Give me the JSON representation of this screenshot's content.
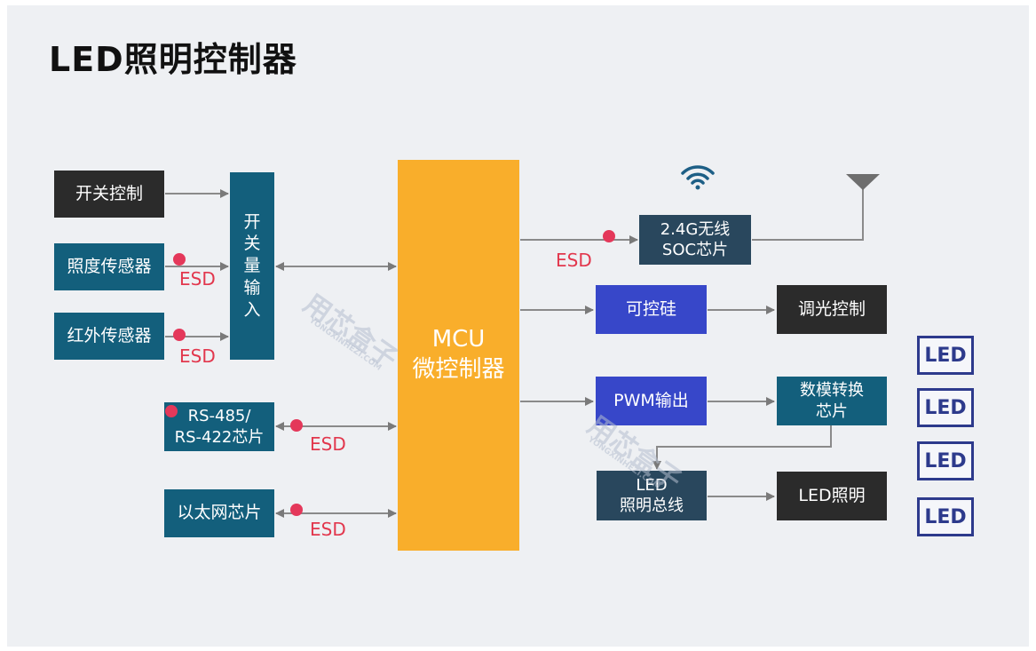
{
  "title": "LED照明控制器",
  "blocks": {
    "switch_control": "开关控制",
    "light_sensor": "照度传感器",
    "ir_sensor": "红外传感器",
    "switch_input": [
      "开",
      "关",
      "量",
      "输",
      "入"
    ],
    "rs485": [
      "RS-485/",
      "RS-422芯片"
    ],
    "ethernet": "以太网芯片",
    "mcu": [
      "MCU",
      "微控制器"
    ],
    "wireless_soc": [
      "2.4G无线",
      "SOC芯片"
    ],
    "scr": "可控硅",
    "dimming": "调光控制",
    "pwm": "PWM输出",
    "dac": [
      "数模转换",
      "芯片"
    ],
    "led_bus": [
      "LED",
      "照明总线"
    ],
    "led_lighting": "LED照明"
  },
  "esd_label": "ESD",
  "led_icons": [
    "LED",
    "LED",
    "LED",
    "LED"
  ],
  "watermark": {
    "text": "用芯盒子",
    "sub": "YONGXINHEZI.COM"
  },
  "icons": [
    "wifi-icon",
    "antenna-icon"
  ],
  "colors": {
    "dark": "#2b2b2b",
    "teal": "#135f7c",
    "navy": "#29475d",
    "blue": "#3747c9",
    "mcu": "#f9ae2b",
    "esd": "#e2374d",
    "led_border": "#2d3a8c"
  }
}
